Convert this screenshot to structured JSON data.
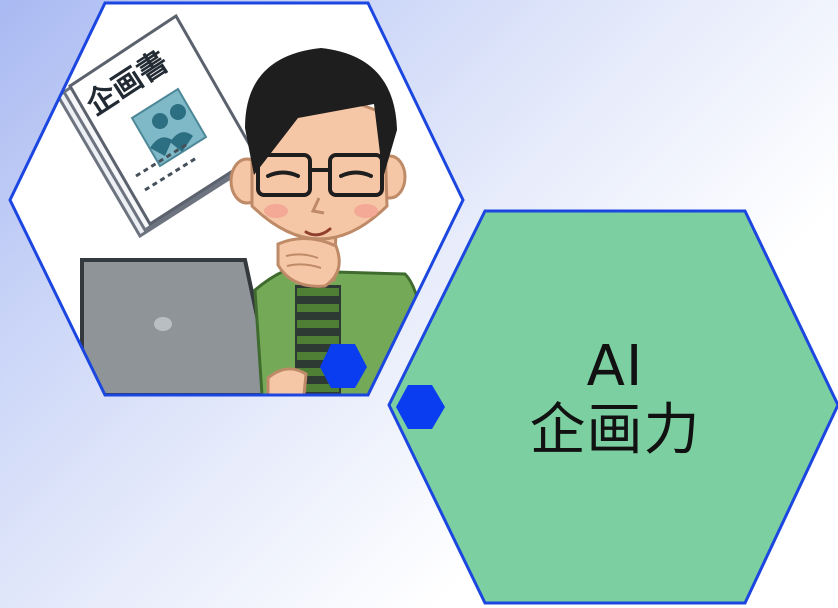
{
  "illustration": {
    "document_title": "企画書"
  },
  "skill_card": {
    "line1": "AI",
    "line2": "企画力"
  },
  "colors": {
    "hex_fill": "#7ccfa1",
    "hex_border": "#1c46e0",
    "dot": "#0a3df0"
  }
}
